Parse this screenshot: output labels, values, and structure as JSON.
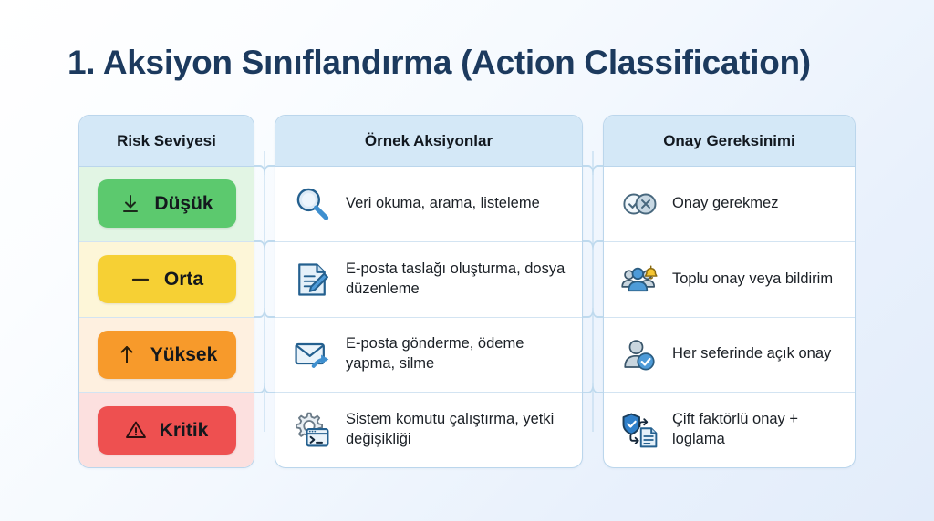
{
  "title": "1. Aksiyon Sınıflandırma (Action Classification)",
  "columns": {
    "risk_header": "Risk Seviyesi",
    "actions_header": "Örnek Aksiyonlar",
    "approval_header": "Onay Gereksinimi"
  },
  "colors": {
    "page_bg_start": "#FFFFFF",
    "page_bg_end": "#E2ECFA",
    "title": "#1C3A5E",
    "header_band": "#D4E8F7",
    "card_border": "#BBD6EC",
    "low": "#5CC96E",
    "medium": "#F6D034",
    "high": "#F79A2B",
    "critical": "#EE5050",
    "icon_blue": "#2F7FC9",
    "icon_outline": "#1F4E79",
    "icon_fill": "#D7E6F3"
  },
  "rows": [
    {
      "risk_label": "Düşük",
      "risk_icon": "arrow-down-to-line-icon",
      "risk_level": "low",
      "action_text": "Veri okuma, arama, listeleme",
      "action_icon": "magnifier-icon",
      "approval_text": "Onay gerekmez",
      "approval_icon": "check-x-circles-icon"
    },
    {
      "risk_label": "Orta",
      "risk_icon": "minus-dash-icon",
      "risk_level": "medium",
      "action_text": "E-posta taslağı oluşturma, dosya düzenleme",
      "action_icon": "document-pencil-icon",
      "approval_text": "Toplu onay veya bildirim",
      "approval_icon": "group-bell-icon"
    },
    {
      "risk_label": "Yüksek",
      "risk_icon": "arrow-up-icon",
      "risk_level": "high",
      "action_text": "E-posta gönderme, ödeme yapma, silme",
      "action_icon": "envelope-arrow-icon",
      "approval_text": "Her seferinde açık onay",
      "approval_icon": "person-check-icon"
    },
    {
      "risk_label": "Kritik",
      "risk_icon": "warning-triangle-icon",
      "risk_level": "critical",
      "action_text": "Sistem komutu çalıştırma, yetki değişikliği",
      "action_icon": "gear-terminal-icon",
      "approval_text": "Çift faktörlü onay + loglama",
      "approval_icon": "shield-document-icon"
    }
  ]
}
